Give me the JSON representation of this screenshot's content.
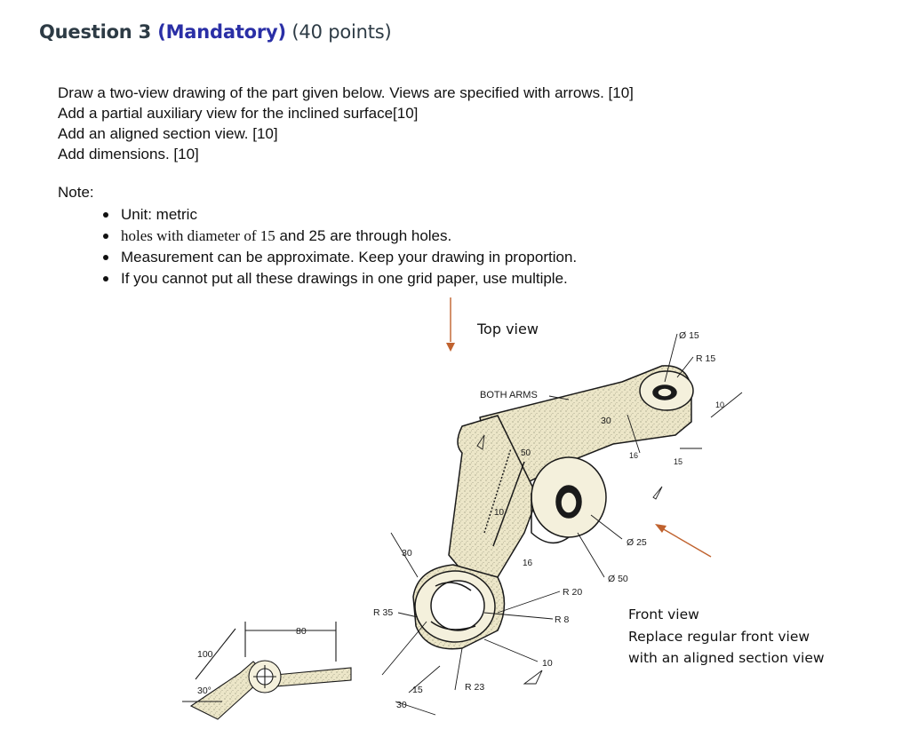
{
  "question": {
    "prefix": "Question 3 ",
    "mandatory": "(Mandatory)",
    "points": " (40 points)"
  },
  "instructions": [
    "Draw a two-view drawing of the part given below. Views are specified with arrows. [10]",
    "Add a partial auxiliary view for the inclined surface[10]",
    "Add an aligned section view. [10]",
    "Add dimensions. [10]"
  ],
  "note": {
    "label": "Note:",
    "items": [
      {
        "text": "Unit: metric"
      },
      {
        "serif_part": "holes with diameter of 15",
        "rest": " and 25 are through holes."
      },
      {
        "text": "Measurement can be approximate. Keep your drawing in proportion."
      },
      {
        "text": "If you cannot put all these drawings in one grid paper, use multiple."
      }
    ]
  },
  "figure": {
    "top_view_caption": "Top view",
    "front_view_caption": [
      "Front view",
      "Replace regular front view",
      "with an aligned section view"
    ],
    "arrow_color": "#c0622e",
    "part_fill": "#ece6c8",
    "dimensions": {
      "d15": "Ø 15",
      "r15": "R 15",
      "both_arms": "BOTH ARMS",
      "d30_top": "30",
      "d10_right": "10",
      "d16_top": "16",
      "d15_right": "15",
      "d50_arm": "50",
      "d10_arm": "10",
      "d16_arm": "16",
      "d25": "Ø 25",
      "d50": "Ø 50",
      "r20": "R 20",
      "r8": "R 8",
      "r35": "R 35",
      "d30_left": "30",
      "d10_bottom": "10",
      "r23": "R 23",
      "d15_bottom": "15",
      "d30_bottom": "30",
      "d80": "80",
      "d100": "100",
      "d30deg": "30°"
    }
  }
}
